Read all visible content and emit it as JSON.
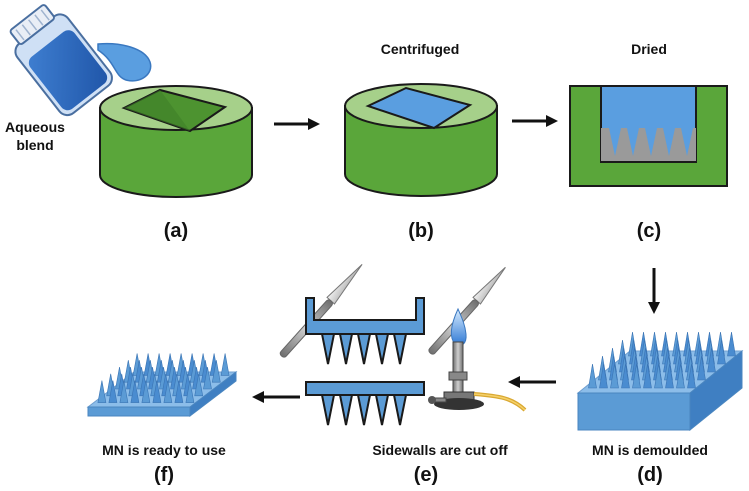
{
  "labels": {
    "aqueous_line1": "Aqueous",
    "aqueous_line2": "blend",
    "centrifuged": "Centrifuged",
    "dried": "Dried",
    "mn_ready": "MN is ready to use",
    "sidewalls_cut": "Sidewalls are cut off",
    "demoulded": "MN is demoulded"
  },
  "panels": {
    "a": "(a)",
    "b": "(b)",
    "c": "(c)",
    "d": "(d)",
    "e": "(e)",
    "f": "(f)"
  },
  "colors": {
    "mould_green": "#5aa63a",
    "mould_top_green": "#a6d08a",
    "solution_blue": "#5a9ee0",
    "needle_blue": "#5b9bd5",
    "gray": "#9a9a9a",
    "outline": "#1a1a1a"
  }
}
